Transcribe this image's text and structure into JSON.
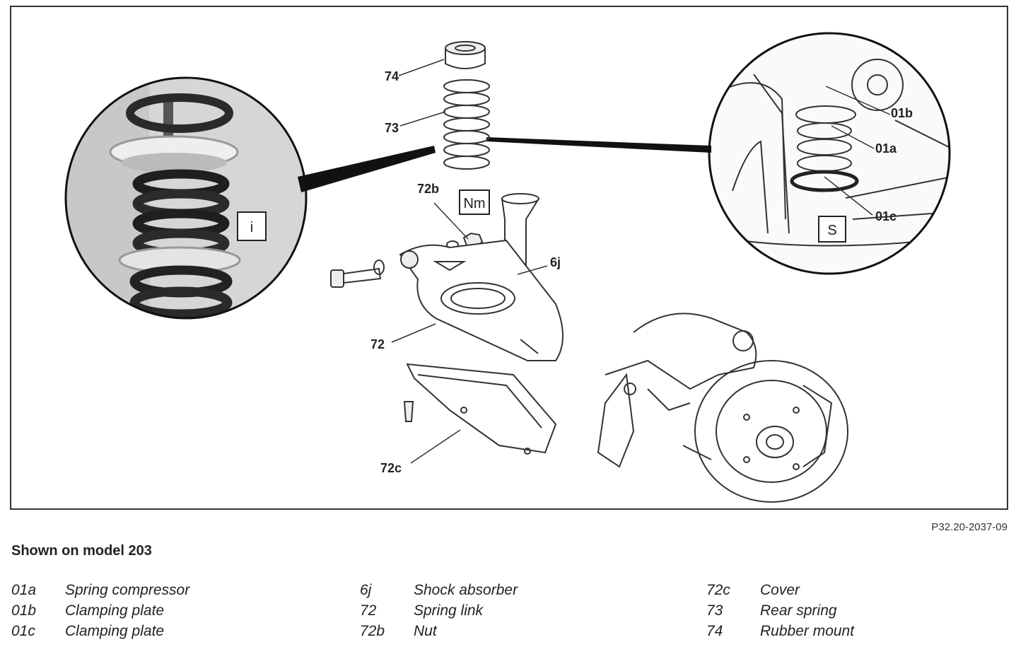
{
  "figure": {
    "code": "P32.20-2037-09",
    "callouts": {
      "c74": "74",
      "c73": "73",
      "c72b": "72b",
      "c6j": "6j",
      "c72": "72",
      "c72c": "72c",
      "c01a": "01a",
      "c01b": "01b",
      "c01c": "01c"
    },
    "symbols": {
      "info": "i",
      "torque": "Nm",
      "tool": "S"
    }
  },
  "heading": "Shown on model 203",
  "legend": {
    "col1": [
      {
        "code": "01a",
        "desc": "Spring compressor"
      },
      {
        "code": "01b",
        "desc": "Clamping plate"
      },
      {
        "code": "01c",
        "desc": "Clamping plate"
      }
    ],
    "col2": [
      {
        "code": "6j",
        "desc": "Shock absorber"
      },
      {
        "code": "72",
        "desc": "Spring link"
      },
      {
        "code": "72b",
        "desc": "Nut"
      }
    ],
    "col3": [
      {
        "code": "72c",
        "desc": "Cover"
      },
      {
        "code": "73",
        "desc": "Rear spring"
      },
      {
        "code": "74",
        "desc": "Rubber mount"
      }
    ]
  }
}
